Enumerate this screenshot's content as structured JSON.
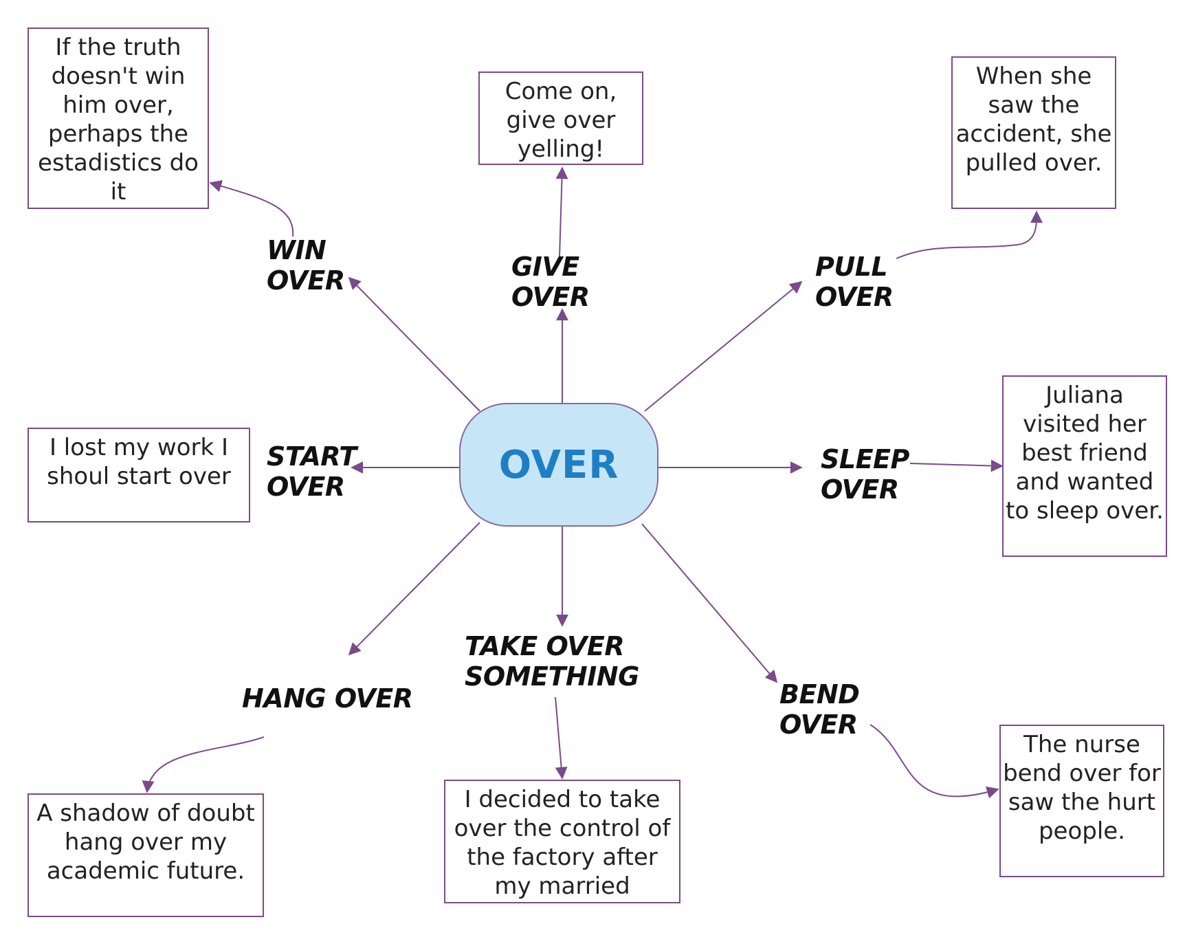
{
  "center": {
    "label": "OVER"
  },
  "colors": {
    "center_fill": "#c6e6f7",
    "center_text": "#1f7fc4",
    "line": "#7a4a8a"
  },
  "branches": [
    {
      "id": "win-over",
      "label": [
        "WIN",
        "OVER"
      ],
      "example": "If the truth doesn't win him over, perhaps the estadistics do it"
    },
    {
      "id": "give-over",
      "label": [
        "GIVE",
        "OVER"
      ],
      "example": "Come on, give over yelling!"
    },
    {
      "id": "pull-over",
      "label": [
        "PULL",
        "OVER"
      ],
      "example": "When she saw the accident, she pulled over."
    },
    {
      "id": "start-over",
      "label": [
        "START",
        "OVER"
      ],
      "example": "I lost my work I shoul start over"
    },
    {
      "id": "sleep-over",
      "label": [
        "SLEEP",
        "OVER"
      ],
      "example": "Juliana visited her best friend and wanted to sleep over."
    },
    {
      "id": "hang-over",
      "label": [
        "HANG OVER"
      ],
      "example": "A shadow of doubt hang over my academic future."
    },
    {
      "id": "take-over",
      "label": [
        "TAKE OVER",
        "SOMETHING"
      ],
      "example": "I decided to take over the control of the factory after my married"
    },
    {
      "id": "bend-over",
      "label": [
        "BEND",
        "OVER"
      ],
      "example": "The nurse bend over for saw the hurt people."
    }
  ]
}
